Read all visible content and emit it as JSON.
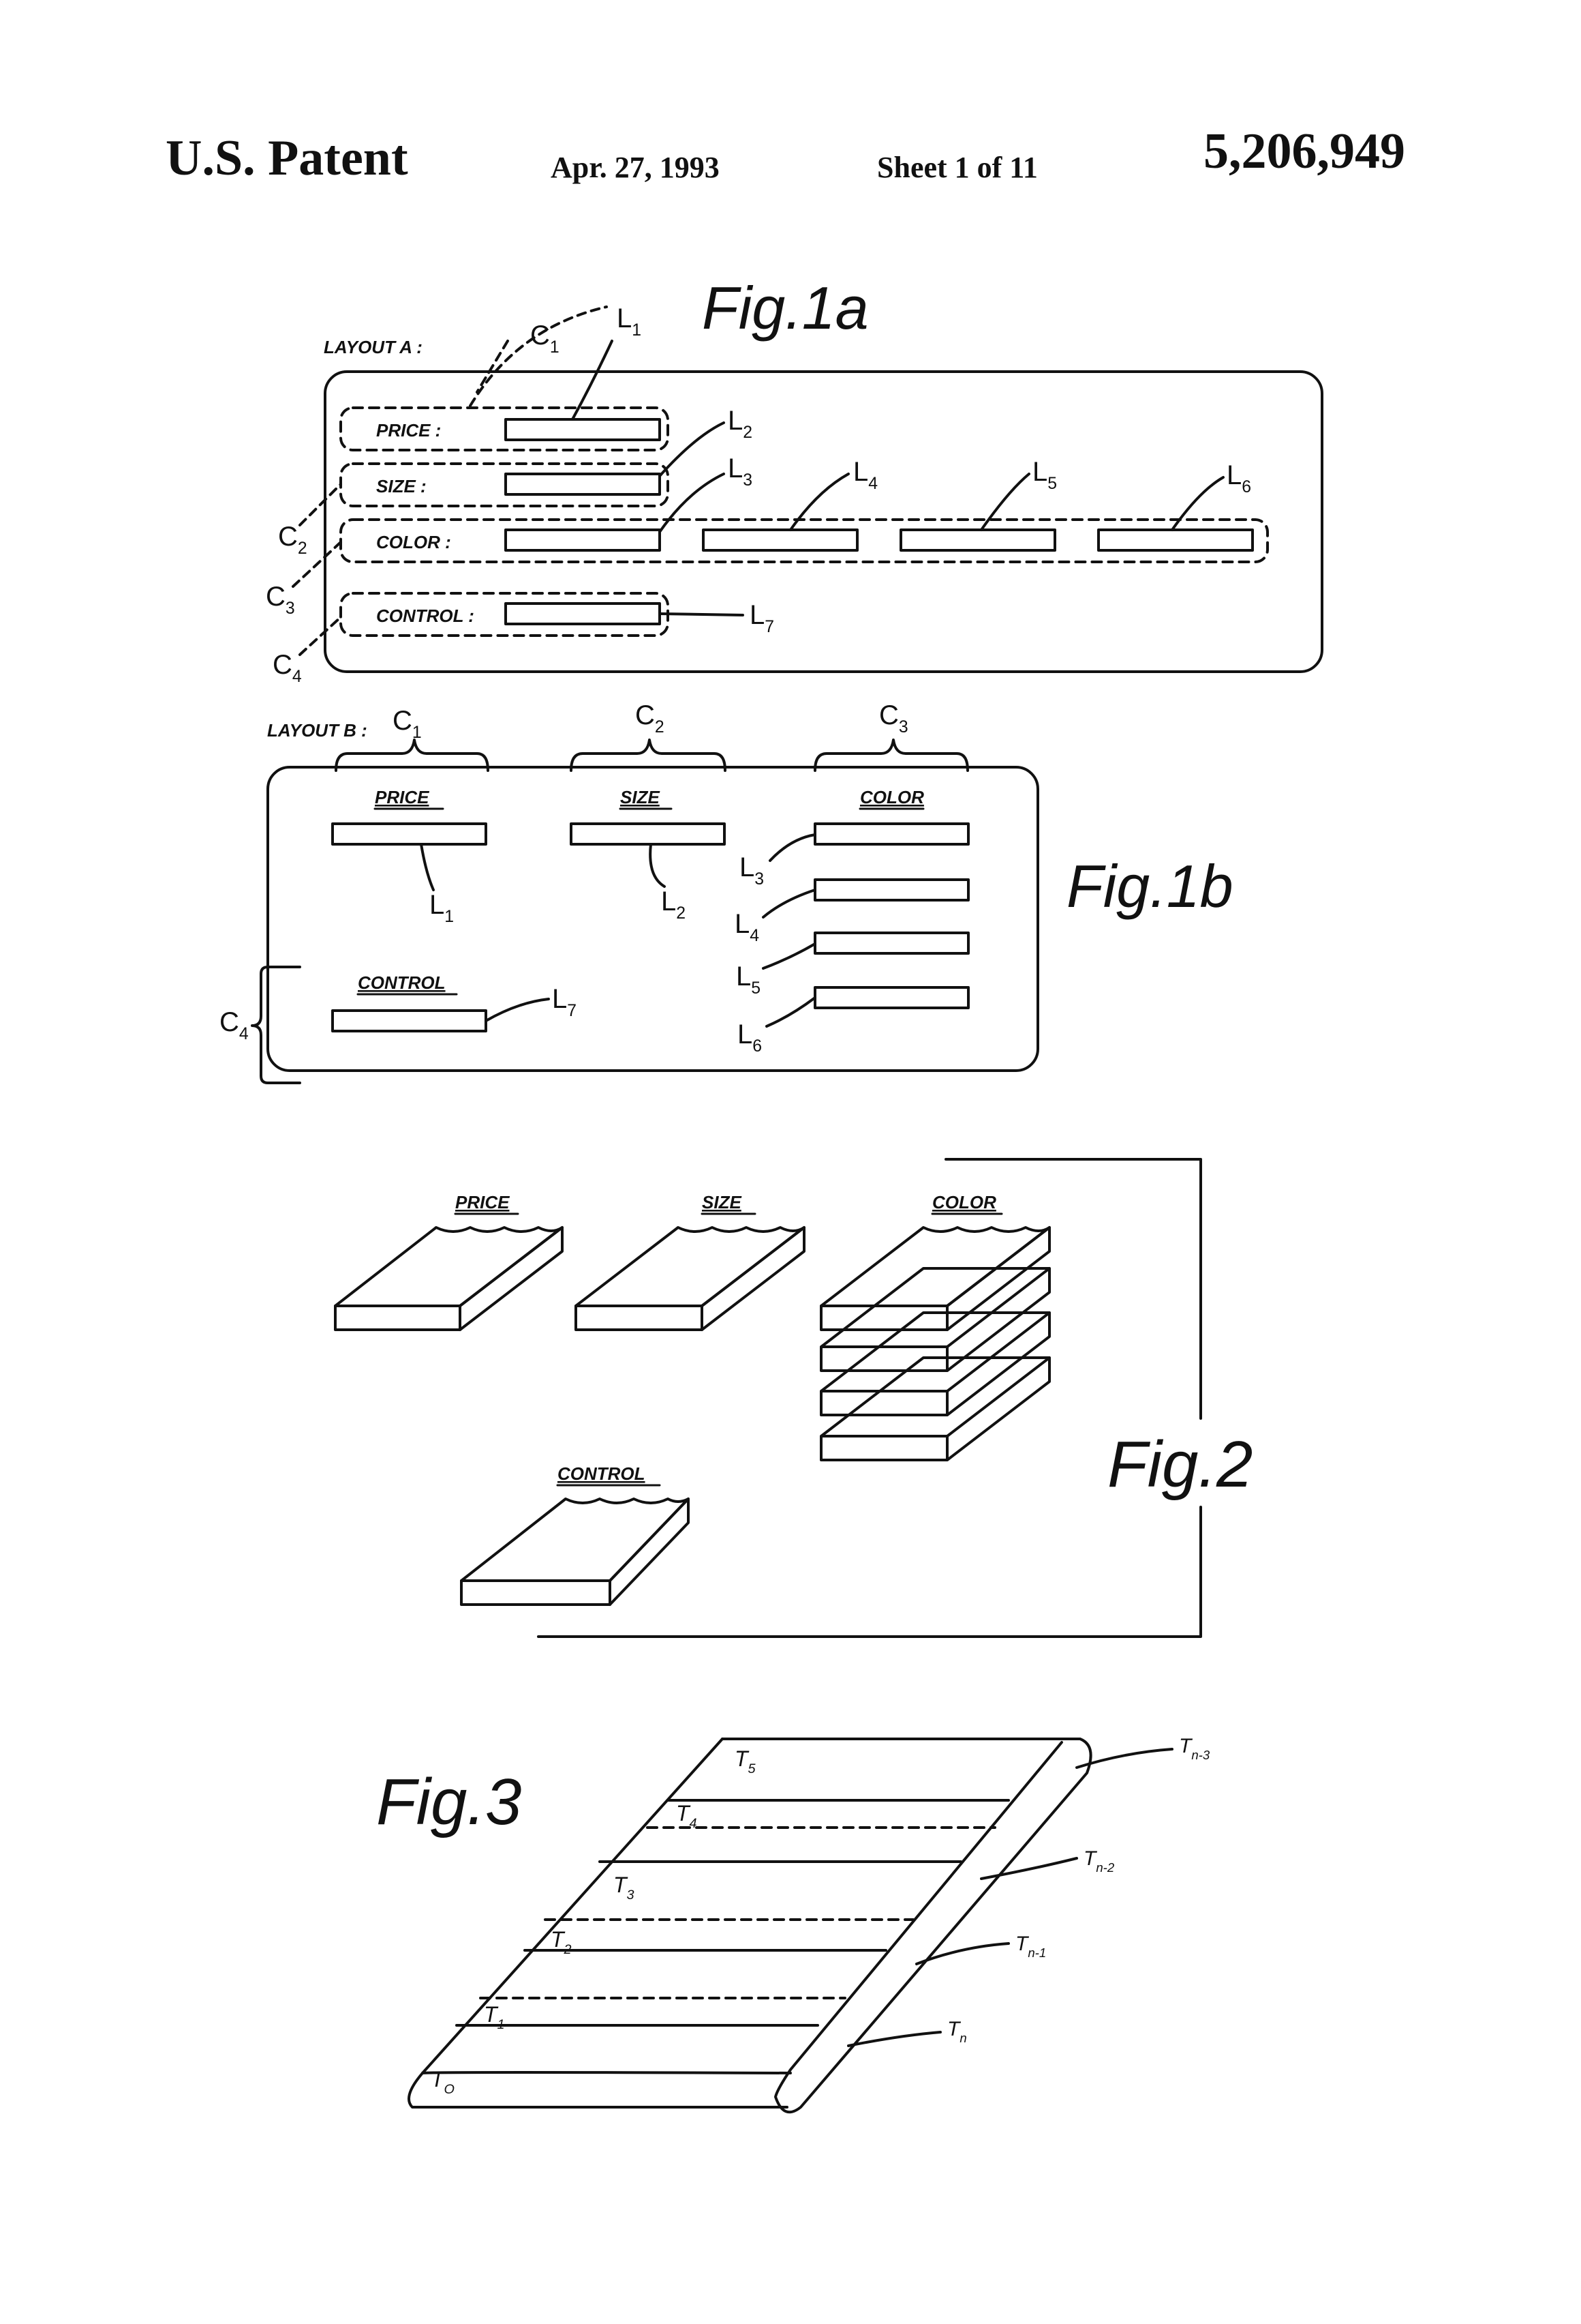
{
  "header": {
    "left": "U.S. Patent",
    "date": "Apr. 27, 1993",
    "sheet": "Sheet 1 of 11",
    "patent_number": "5,206,949"
  },
  "fig1a": {
    "title": "Fig.1a",
    "layout_label": "LAYOUT A :",
    "fields": [
      "PRICE :",
      "SIZE :",
      "COLOR :",
      "CONTROL :"
    ],
    "refs": {
      "c1": "C",
      "c1_sub": "1",
      "c2": "C",
      "c2_sub": "2",
      "c3": "C",
      "c3_sub": "3",
      "c4": "C",
      "c4_sub": "4",
      "l1": "L",
      "l1_sub": "1",
      "l2": "L",
      "l2_sub": "2",
      "l3": "L",
      "l3_sub": "3",
      "l4": "L",
      "l4_sub": "4",
      "l5": "L",
      "l5_sub": "5",
      "l6": "L",
      "l6_sub": "6",
      "l7": "L",
      "l7_sub": "7"
    }
  },
  "fig1b": {
    "title": "Fig.1b",
    "layout_label": "LAYOUT B :",
    "fields": [
      "PRICE",
      "SIZE",
      "COLOR",
      "CONTROL"
    ],
    "refs": {
      "c1": "C",
      "c1_sub": "1",
      "c2": "C",
      "c2_sub": "2",
      "c3": "C",
      "c3_sub": "3",
      "c4": "C",
      "c4_sub": "4",
      "l1": "L",
      "l1_sub": "1",
      "l2": "L",
      "l2_sub": "2",
      "l3": "L",
      "l3_sub": "3",
      "l4": "L",
      "l4_sub": "4",
      "l5": "L",
      "l5_sub": "5",
      "l6": "L",
      "l6_sub": "6",
      "l7": "L",
      "l7_sub": "7"
    }
  },
  "fig2": {
    "title": "Fig.2",
    "labels": [
      "PRICE",
      "SIZE",
      "COLOR",
      "CONTROL"
    ]
  },
  "fig3": {
    "title": "Fig.3",
    "tiles": [
      {
        "t": "T",
        "sub": "5"
      },
      {
        "t": "T",
        "sub": "4"
      },
      {
        "t": "T",
        "sub": "3"
      },
      {
        "t": "T",
        "sub": "2"
      },
      {
        "t": "T",
        "sub": "1"
      },
      {
        "t": "T",
        "sub": "O"
      }
    ],
    "side_refs": [
      {
        "t": "T",
        "sub": "n-3"
      },
      {
        "t": "T",
        "sub": "n-2"
      },
      {
        "t": "T",
        "sub": "n-1"
      },
      {
        "t": "T",
        "sub": "n"
      }
    ]
  }
}
